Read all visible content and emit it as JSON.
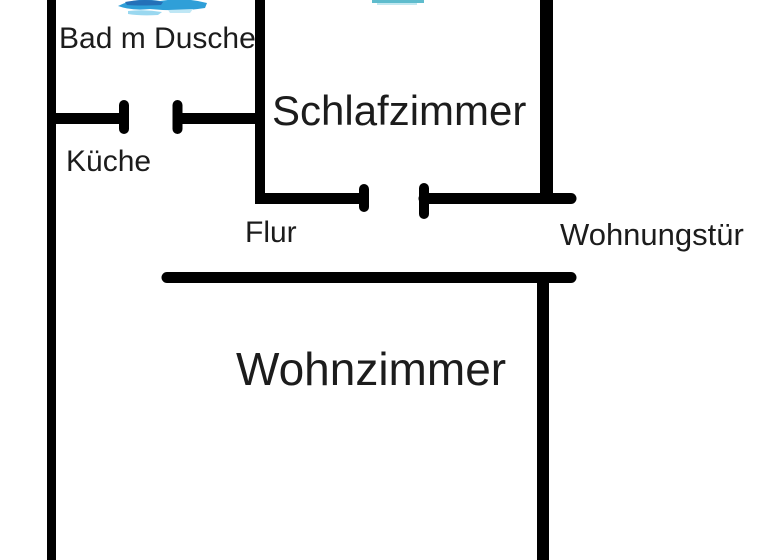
{
  "floorplan": {
    "type": "apartment-floor-plan",
    "labels": {
      "bad": "Bad m Dusche",
      "kueche": "Küche",
      "schlafzimmer": "Schlafzimmer",
      "flur": "Flur",
      "wohnungstuer": "Wohnungstür",
      "wohnzimmer": "Wohnzimmer"
    },
    "icons": [
      {
        "name": "water-scribble-icon",
        "description": "blue scribble icon cut off at top edge above Bad m Dusche"
      },
      {
        "name": "cut-off-blue-icon",
        "description": "thin blue mark cut off at top edge above Schlafzimmer"
      }
    ],
    "colors": {
      "wall": "#000000",
      "text": "#1c1c1c",
      "background": "#ffffff",
      "icon_blue": "#2f9fd8",
      "icon_blue_dark": "#2470b8",
      "icon_blue_light": "#9ad8f0",
      "icon_teal": "#5fbccd"
    }
  }
}
